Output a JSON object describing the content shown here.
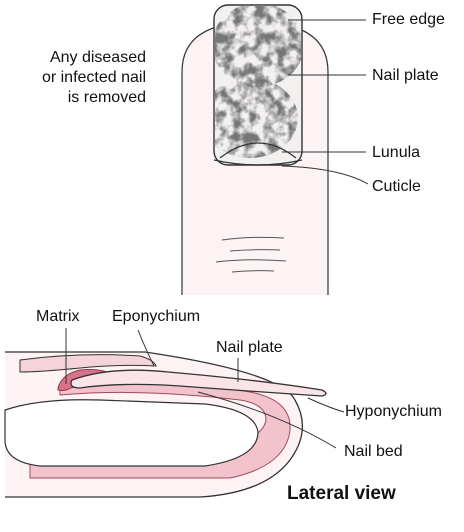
{
  "note_lines": [
    "Any diseased",
    "or infected nail",
    "is removed"
  ],
  "top_labels": {
    "free_edge": "Free edge",
    "nail_plate": "Nail plate",
    "lunula": "Lunula",
    "cuticle": "Cuticle"
  },
  "lateral_labels": {
    "matrix": "Matrix",
    "eponychium": "Eponychium",
    "nail_plate": "Nail plate",
    "hyponychium": "Hyponychium",
    "nail_bed": "Nail bed"
  },
  "view_title": "Lateral view",
  "colors": {
    "skin": "#fbe9ec",
    "nail_bed": "#e9a3b0",
    "matrix": "#d9738a",
    "outline": "#333333"
  }
}
